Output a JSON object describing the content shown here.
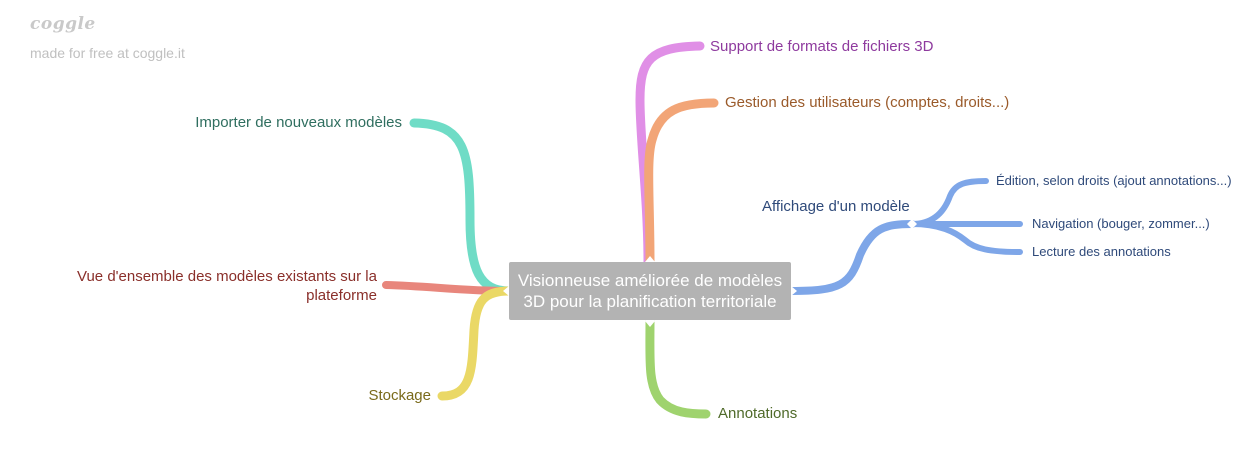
{
  "brand": {
    "logo": "coggle",
    "tagline": "made for free at coggle.it"
  },
  "central": {
    "label": "Visionneuse améliorée de modèles 3D pour la planification territoriale"
  },
  "branches": {
    "support_formats": {
      "label": "Support de formats de fichiers 3D",
      "color": "#e08fe6"
    },
    "gestion_utilisateurs": {
      "label": "Gestion des utilisateurs (comptes, droits...)",
      "color": "#f2a577"
    },
    "affichage_modele": {
      "label": "Affichage d'un modèle",
      "color": "#7ea6e8",
      "children": {
        "edition": "Édition, selon droits (ajout annotations...)",
        "navigation": "Navigation (bouger, zommer...)",
        "lecture": "Lecture des annotations"
      }
    },
    "annotations": {
      "label": "Annotations",
      "color": "#9fd36e"
    },
    "importer": {
      "label": "Importer de nouveaux modèles",
      "color": "#6fdcc6"
    },
    "vue_ensemble": {
      "label_line1": "Vue d'ensemble des modèles existants sur la",
      "label_line2": "plateforme",
      "color": "#e8867c"
    },
    "stockage": {
      "label": "Stockage",
      "color": "#ead866"
    }
  },
  "text_colors": {
    "support_formats": "#8e3a9e",
    "gestion_utilisateurs": "#9a5a2a",
    "affichage_modele": "#2f4a7a",
    "annotations": "#4f6a2a",
    "importer": "#2f6e5f",
    "vue_ensemble": "#8a2f2a",
    "stockage": "#7a6a1a"
  }
}
